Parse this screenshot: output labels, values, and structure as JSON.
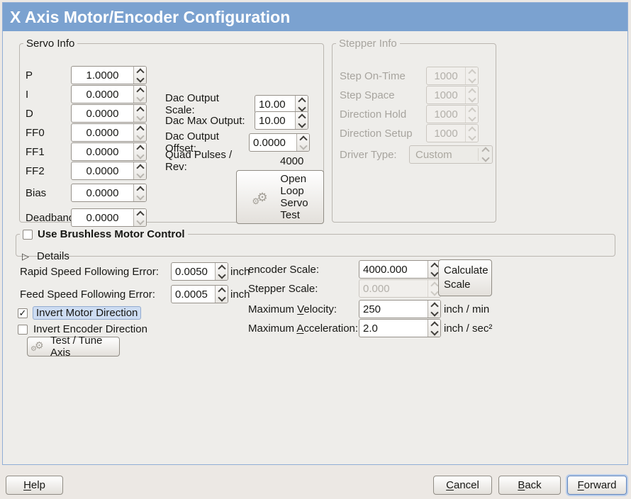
{
  "colors": {
    "header_bg": "#7ba2d0",
    "frame_border": "#90aed6",
    "highlight_bg": "#cddcf2",
    "highlight_border": "#92abd0"
  },
  "header": {
    "title": "X Axis Motor/Encoder Configuration"
  },
  "icons": {
    "gear": "⚙",
    "check": "✓",
    "expander": "▷"
  },
  "servo_info": {
    "title": "Servo Info",
    "fields": [
      {
        "label": "P",
        "value": "1.0000"
      },
      {
        "label": "I",
        "value": "0.0000"
      },
      {
        "label": "D",
        "value": "0.0000"
      },
      {
        "label": "FF0",
        "value": "0.0000"
      },
      {
        "label": "FF1",
        "value": "0.0000"
      },
      {
        "label": "FF2",
        "value": "0.0000"
      },
      {
        "label": "Bias",
        "value": "0.0000"
      },
      {
        "label": "Deadband",
        "value": "0.0000"
      }
    ]
  },
  "dac": {
    "scale_label": "Dac Output Scale:",
    "scale_value": "10.00",
    "max_label": "Dac Max Output:",
    "max_value": "10.00",
    "offset_label": "Dac Output Offset:",
    "offset_value": "0.0000",
    "quad_label": "Quad Pulses / Rev:",
    "quad_value": "4000"
  },
  "open_loop_button": {
    "line1": "Open",
    "line2": "Loop",
    "line3": "Servo",
    "line4": "Test"
  },
  "stepper_info": {
    "title": "Stepper Info",
    "fields": [
      {
        "label": "Step On-Time",
        "value": "1000"
      },
      {
        "label": "Step Space",
        "value": "1000"
      },
      {
        "label": "Direction Hold",
        "value": "1000"
      },
      {
        "label": "Direction Setup",
        "value": "1000"
      }
    ],
    "driver_label": "Driver Type:",
    "driver_value": "Custom"
  },
  "brushless": {
    "label": "Use Brushless Motor Control",
    "details": "Details"
  },
  "errors": {
    "rapid_label": "Rapid Speed Following Error:",
    "rapid_value": "0.0050",
    "rapid_unit": "inch",
    "feed_label": "Feed Speed Following Error:",
    "feed_value": "0.0005",
    "feed_unit": "inch"
  },
  "invert": {
    "motor": "Invert Motor Direction",
    "encoder": "Invert Encoder Direction"
  },
  "test_tune": {
    "label": "Test / Tune Axis"
  },
  "scale": {
    "encoder_label": "encoder Scale:",
    "encoder_value": "4000.000",
    "stepper_label": "Stepper Scale:",
    "stepper_value": "0.000",
    "calc1": "Calculate",
    "calc2": "Scale"
  },
  "limits": {
    "vel_pre": "Maximum ",
    "vel_key": "V",
    "vel_post": "elocity:",
    "vel_value": "250",
    "vel_unit": "inch / min",
    "acc_pre": "Maximum ",
    "acc_key": "A",
    "acc_post": "cceleration:",
    "acc_value": "2.0",
    "acc_unit": "inch / sec²"
  },
  "footer": {
    "help_key": "H",
    "help_post": "elp",
    "cancel_key": "C",
    "cancel_post": "ancel",
    "back_key": "B",
    "back_post": "ack",
    "forward_key": "F",
    "forward_post": "orward"
  }
}
